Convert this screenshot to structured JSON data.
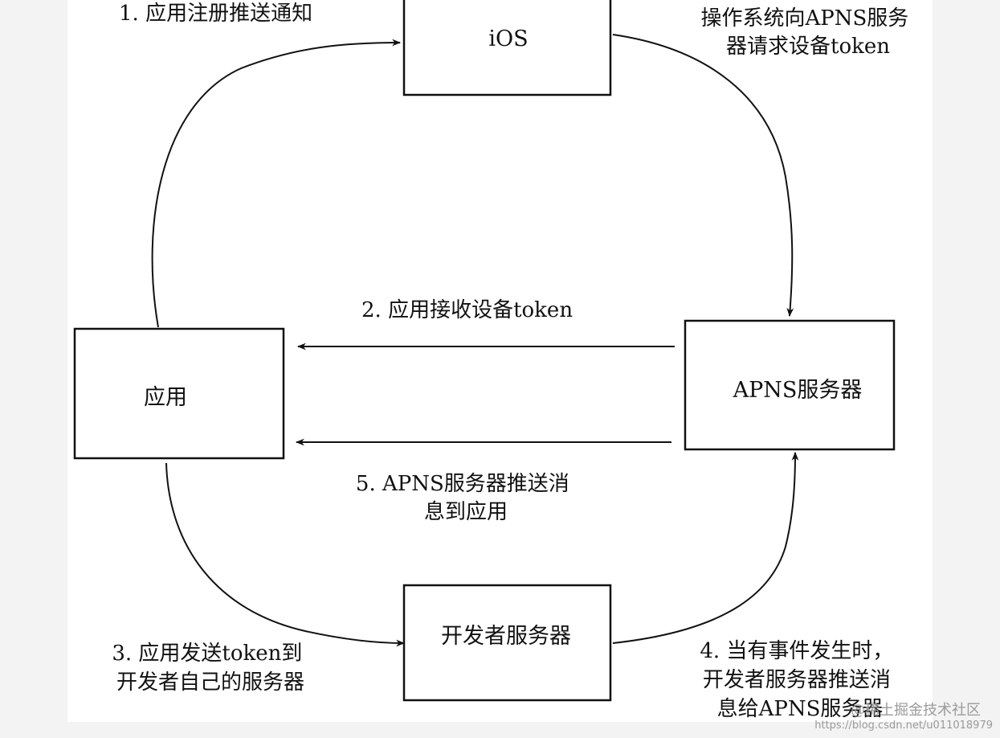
{
  "nodes": {
    "ios": "iOS",
    "app": "应用",
    "apns": "APNS服务器",
    "dev_server": "开发者服务器"
  },
  "steps": {
    "s1": [
      "1. 应用注册推送通知"
    ],
    "s_os": [
      "操作系统向APNS服务",
      "器请求设备token"
    ],
    "s2": [
      "2. 应用接收设备token"
    ],
    "s5": [
      "5. APNS服务器推送消",
      "息到应用"
    ],
    "s3": [
      "3. 应用发送token到",
      "开发者自己的服务器"
    ],
    "s4": [
      "4. 当有事件发生时，",
      "开发者服务器推送消",
      "息给APNS服务器"
    ]
  },
  "watermark": {
    "line1": "@稀土掘金技术社区",
    "line2": "https://blog.csdn.net/u011018979"
  }
}
